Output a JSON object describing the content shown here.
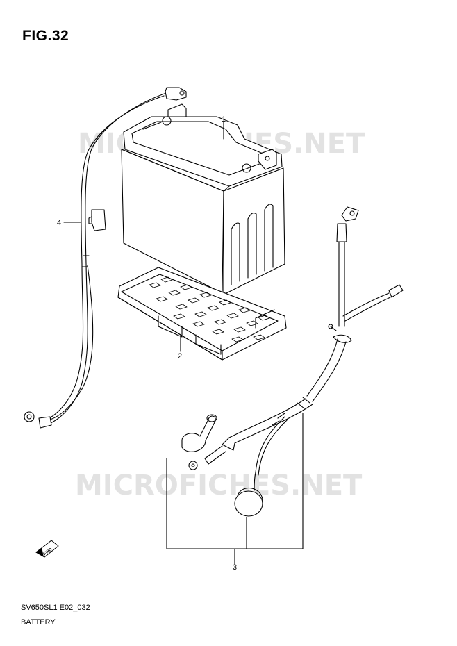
{
  "title": "FIG.32",
  "watermark_text": "MICROFICHES.NET",
  "callouts": {
    "battery": "1",
    "battery_tray": "2",
    "cable_set": "3",
    "lead_wire": "4"
  },
  "forward_arrow": "FWD",
  "footer": {
    "code": "SV650SL1 E02_032",
    "name": "BATTERY"
  },
  "colors": {
    "line": "#000000",
    "watermark": "#d9d9d9"
  }
}
